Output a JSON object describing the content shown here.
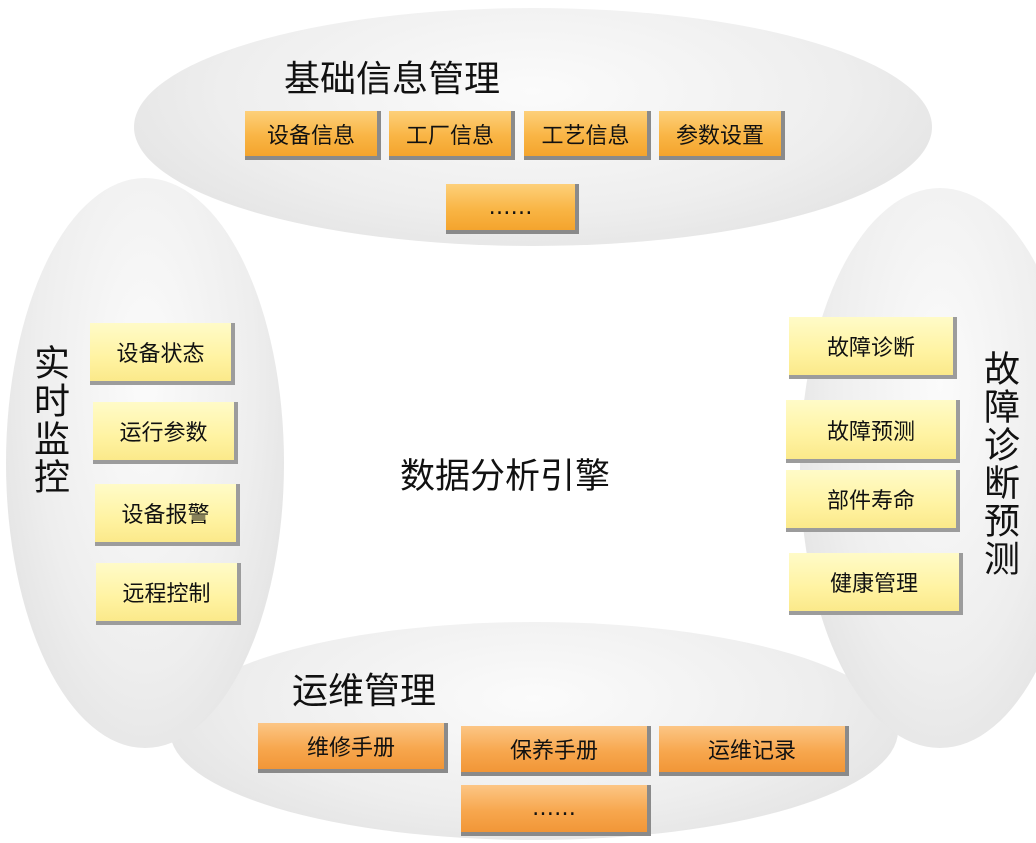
{
  "center": {
    "label": "数据分析引擎"
  },
  "top": {
    "title": "基础信息管理",
    "items": [
      "设备信息",
      "工厂信息",
      "工艺信息",
      "参数设置",
      "……"
    ]
  },
  "left": {
    "title": "实时监控",
    "items": [
      "设备状态",
      "运行参数",
      "设备报警",
      "远程控制"
    ]
  },
  "right": {
    "title": "故障诊断预测",
    "items": [
      "故障诊断",
      "故障预测",
      "部件寿命",
      "健康管理"
    ]
  },
  "bottom": {
    "title": "运维管理",
    "items": [
      "维修手册",
      "保养手册",
      "运维记录",
      "……"
    ]
  },
  "colors": {
    "petal": "#eeeeee",
    "orange_box": "#f9b545",
    "deep_orange_box": "#f7a74e",
    "yellow_box": "#fff3a2",
    "shadow": "#8a8a8a"
  }
}
